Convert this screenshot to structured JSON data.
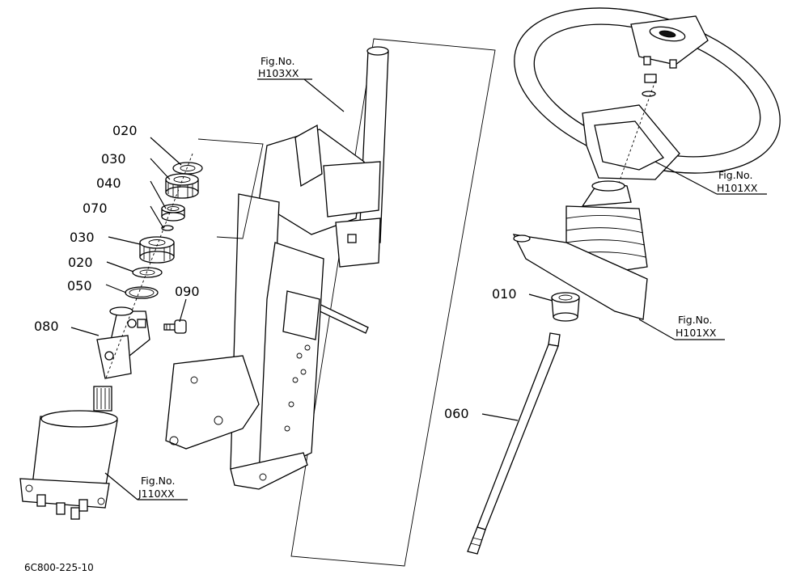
{
  "part_labels": {
    "p020a": "020",
    "p030a": "030",
    "p040": "040",
    "p070": "070",
    "p030b": "030",
    "p020b": "020",
    "p050": "050",
    "p090": "090",
    "p080": "080",
    "p010": "010",
    "p060": "060"
  },
  "fig_refs": {
    "h103": {
      "line1": "Fig.No.",
      "line2": "H103XX"
    },
    "h101_top": {
      "line1": "Fig.No.",
      "line2": "H101XX"
    },
    "h101_mid": {
      "line1": "Fig.No.",
      "line2": "H101XX"
    },
    "j110": {
      "line1": "Fig.No.",
      "line2": "J110XX"
    }
  },
  "drawing_code": "6C800-225-10"
}
